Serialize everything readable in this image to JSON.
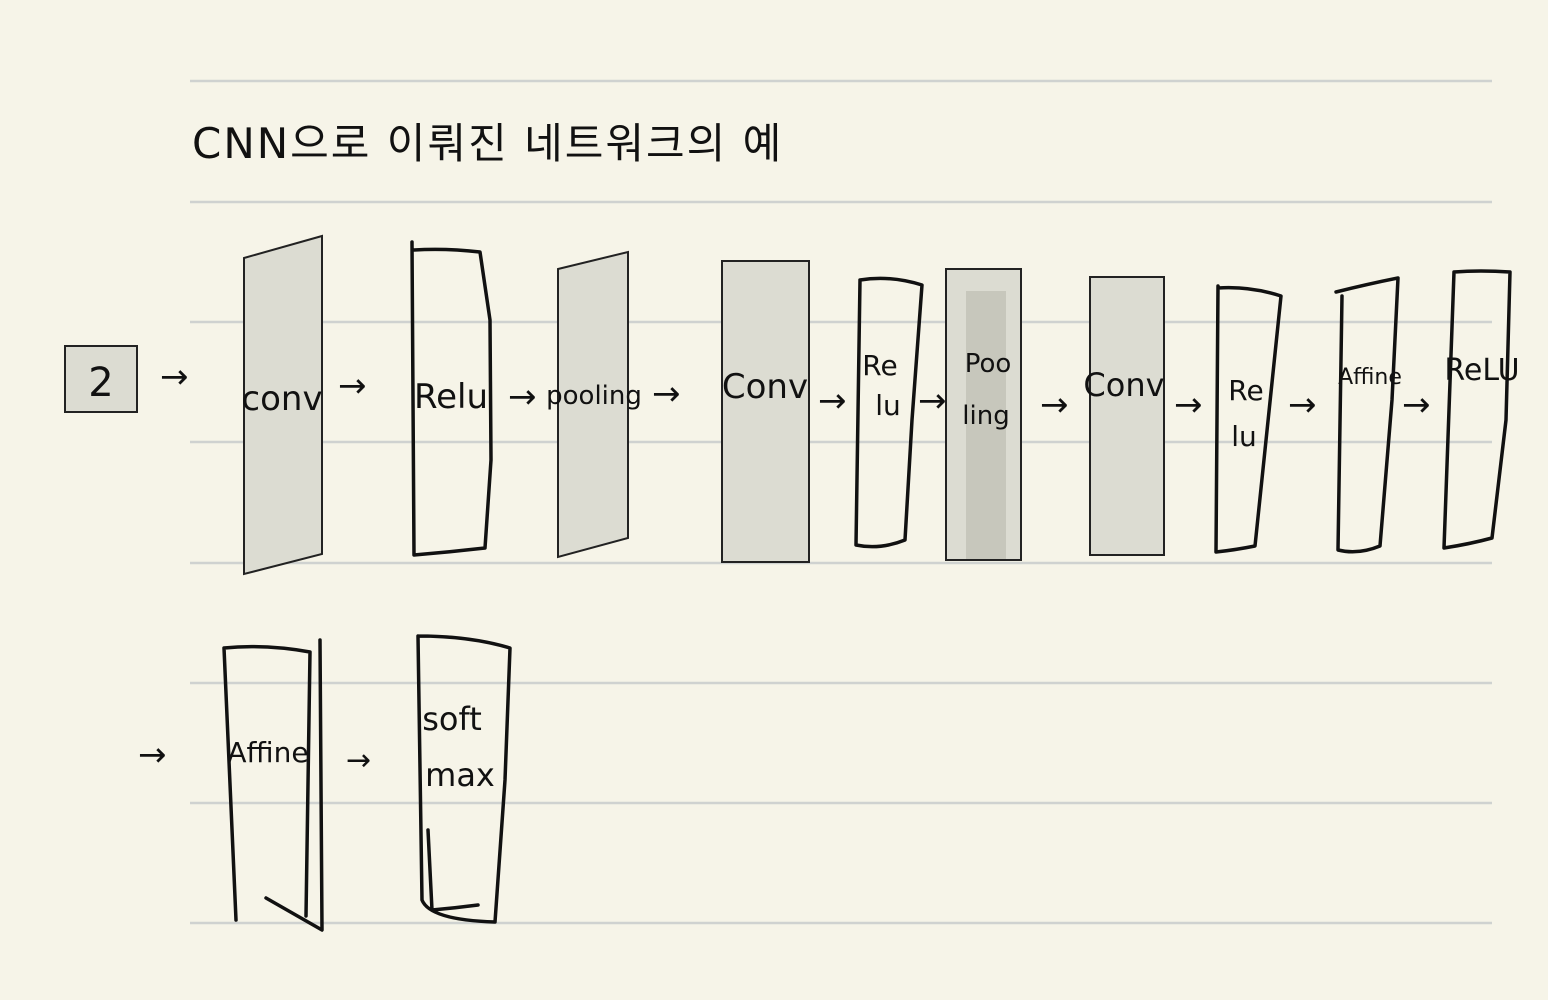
{
  "title": "CNN으로 이뤄진 네트워크의 예",
  "input_label": "2",
  "arrow": "→",
  "layers": {
    "conv1": "conv",
    "relu1": "Relu",
    "pool1": "pooling",
    "conv2": "Conv",
    "relu2_top": "Re",
    "relu2_bottom": "lu",
    "pool2_top": "Poo",
    "pool2_bottom": "ling",
    "conv3": "Conv",
    "relu3_top": "Re",
    "relu3_bottom": "lu",
    "affine1": "Affine",
    "relu4": "ReLU",
    "affine2": "Affine",
    "softmax_top": "soft",
    "softmax_bottom": "max"
  },
  "colors": {
    "paper": "#f6f4e8",
    "ink": "#111111",
    "shade": "#dcdcd2",
    "rule": "#cfd2d0"
  }
}
